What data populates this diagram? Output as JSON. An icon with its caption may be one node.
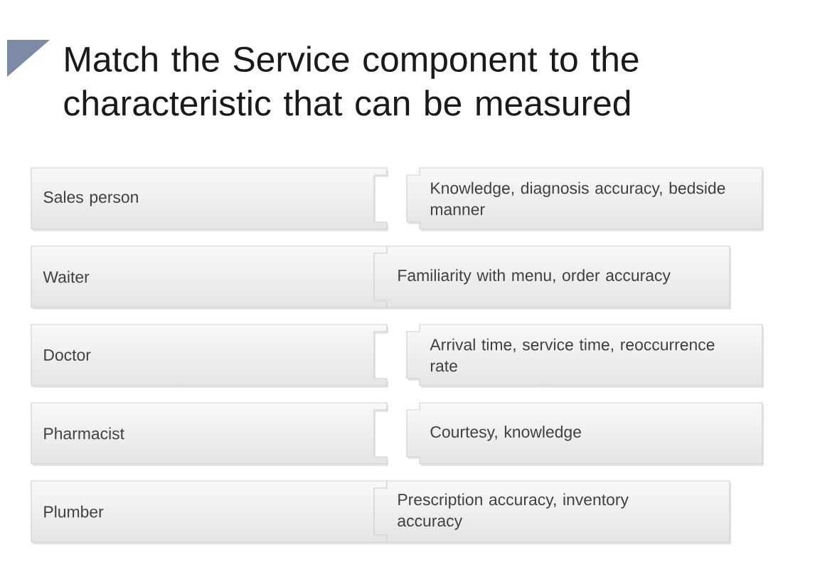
{
  "diagram": {
    "title": "Match the Service component to the characteristic that can be measured",
    "nodes": [
      {
        "text": [
          "Sales person"
        ]
      },
      {
        "text": [
          "Knowledge, diagnosis accuracy, bedside manner"
        ]
      },
      {
        "text": [
          "Waiter"
        ]
      },
      {
        "text": [
          "Familiarity with menu, order accuracy"
        ]
      },
      {
        "text": [
          "Doctor"
        ]
      },
      {
        "text": [
          "Arrival time, service time, reoccurrence rate"
        ]
      },
      {
        "text": [
          "Pharmacist"
        ]
      },
      {
        "text": [
          "Courtesy, knowledge"
        ]
      },
      {
        "text": [
          "Plumber"
        ]
      },
      {
        "text": [
          "Prescription accuracy, inventory accuracy"
        ]
      }
    ]
  }
}
